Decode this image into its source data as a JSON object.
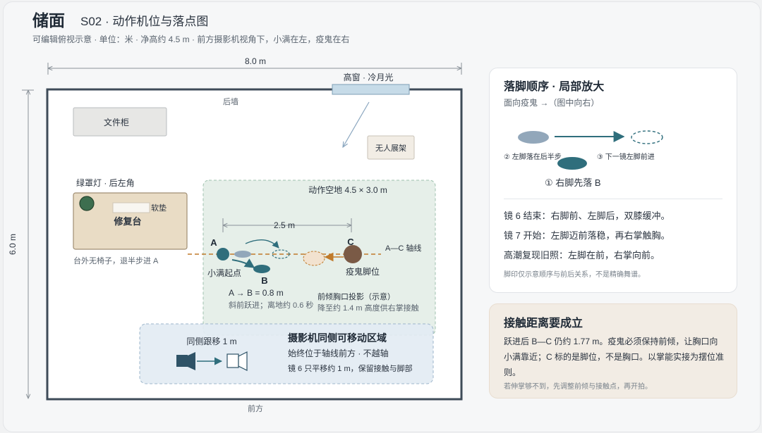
{
  "header": {
    "title": "储面",
    "scene": "S02 · 动作机位与落点图",
    "subtitle": "可编辑俯视示意 · 单位：米 · 净高约 4.5 m · 前方摄影机视角下，小满在左，疫鬼在右"
  },
  "plan": {
    "width_label": "8.0 m",
    "depth_label": "6.0 m",
    "window_label": "高窗 · 冷月光",
    "back_wall": "后墙",
    "front_label": "前方",
    "cabinet": "文件柜",
    "shelf": "无人展架",
    "lamp_label": "绿罩灯 · 后左角",
    "pad_label": "软垫",
    "table_label": "修复台",
    "table_note": "台外无椅子，退半步进 A",
    "action_zone": "动作空地 4.5 × 3.0 m",
    "distance_label": "2.5 m",
    "point_a": "A",
    "point_b": "B",
    "point_c": "C",
    "axis_label": "A—C 轴线",
    "start_label": "小满起点",
    "ghost_label": "疫鬼脚位",
    "ab_note": "A → B = 0.8 m",
    "ab_sub": "斜前跃进；离地约 0.6 秒",
    "chest_note": "前倾胸口投影（示意）",
    "chest_sub": "降至约 1.4 m 高度供右掌接触",
    "camera_zone_title": "摄影机同侧可移动区域",
    "camera_zone_line1": "始终位于轴线前方 · 不越轴",
    "camera_zone_line2": "镜 6 只平移约 1 m，保留接触与脚部",
    "camera_move": "同侧跟移 1 m"
  },
  "footwork_panel": {
    "title": "落脚顺序 · 局部放大",
    "subtitle": "面向疫鬼 →（图中向右）",
    "step2": "② 左脚落在后半步",
    "step3": "③ 下一镜左脚前进",
    "step1": "① 右脚先落 B",
    "line1": "镜 6 结束：右脚前、左脚后，双膝缓冲。",
    "line2": "镜 7 开始：左脚迈前落稳，再右掌触胸。",
    "line3": "高潮复现旧照：左脚在前，右掌向前。",
    "note": "脚印仅示意顺序与前后关系，不是精确舞谱。"
  },
  "contact_panel": {
    "title": "接触距离要成立",
    "body": "跃进后 B—C 仍约 1.77 m。疫鬼必须保持前倾，让胸口向小满靠近；C 标的是脚位，不是胸口。以掌能实接为摆位准则。",
    "note": "若伸掌够不到，先调整前倾与接触点，再开拍。"
  },
  "colors": {
    "actor": "#2f6e7c",
    "ghost": "#7a5a46",
    "axis": "#c07a2a",
    "zone_green": "#e6efe9",
    "zone_blue": "#e3ebf3"
  }
}
